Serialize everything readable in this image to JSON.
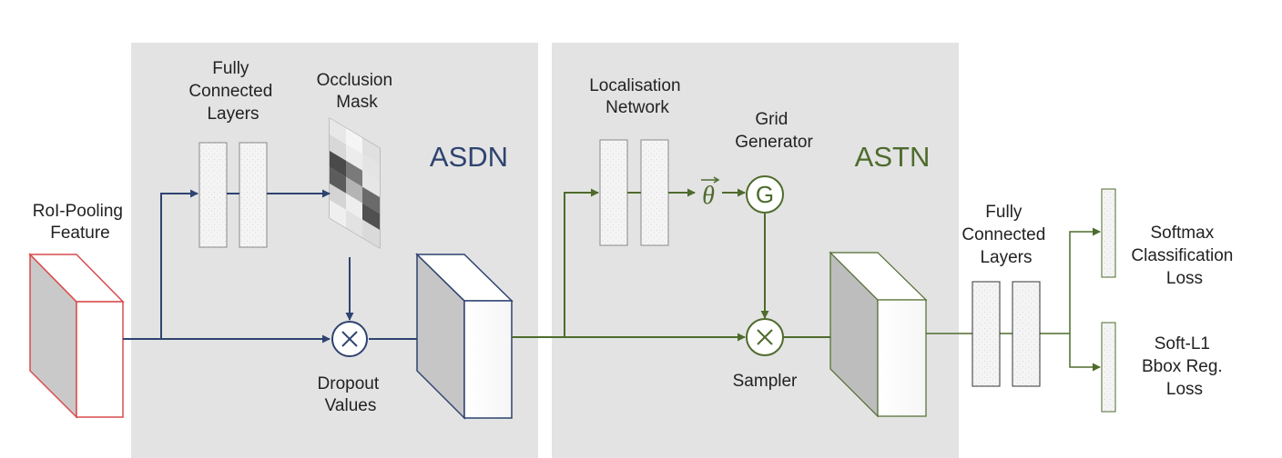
{
  "inputs": {
    "roi_feature_label": [
      "RoI-Pooling",
      "Feature"
    ]
  },
  "asdn": {
    "title": "ASDN",
    "fc_label": [
      "Fully",
      "Connected",
      "Layers"
    ],
    "mask_label": [
      "Occlusion",
      "Mask"
    ],
    "dropout_label": [
      "Dropout",
      "Values"
    ]
  },
  "astn": {
    "title": "ASTN",
    "loc_label": [
      "Localisation",
      "Network"
    ],
    "grid_label": [
      "Grid",
      "Generator"
    ],
    "grid_glyph": "G",
    "theta": "θ",
    "sampler_label": "Sampler"
  },
  "head": {
    "fc_label": [
      "Fully",
      "Connected",
      "Layers"
    ],
    "softmax_label": [
      "Softmax",
      "Classification",
      "Loss"
    ],
    "bbox_label": [
      "Soft-L1",
      "Bbox Reg.",
      "Loss"
    ]
  },
  "colors": {
    "asdn": "#2e4370",
    "astn": "#4e6b2c",
    "input_cube": "#d94a4a",
    "panel": "#e3e3e3"
  }
}
